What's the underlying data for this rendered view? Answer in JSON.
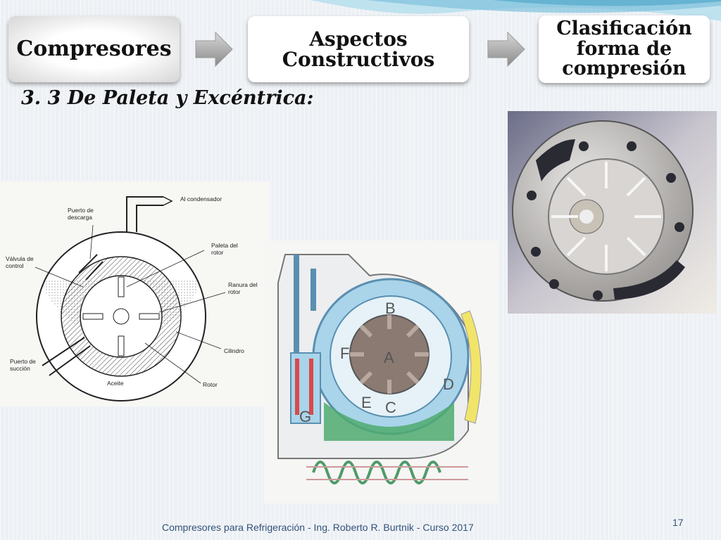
{
  "steps": [
    {
      "label": "Compresores"
    },
    {
      "label": "Aspectos\nConstructivos"
    },
    {
      "label": "Clasificación\nforma de\ncompresión"
    }
  ],
  "subtitle": "3. 3 De Paleta y Excéntrica:",
  "diagram_left": {
    "labels": {
      "condensador": "Al condensador",
      "puerto_descarga_1": "Puerto de",
      "puerto_descarga_2": "descarga",
      "paleta_1": "Paleta del",
      "paleta_2": "rotor",
      "valvula_1": "Válvula de",
      "valvula_2": "control",
      "ranura_1": "Ranura del",
      "ranura_2": "rotor",
      "cilindro": "Cilindro",
      "succion_1": "Puerto de",
      "succion_2": "succión",
      "aceite": "Aceite",
      "rotor": "Rotor"
    }
  },
  "diagram_right": {
    "letters": {
      "a": "A",
      "b": "B",
      "c": "C",
      "d": "D",
      "e": "E",
      "f": "F",
      "g": "G"
    }
  },
  "footer": "Compresores para Refrigeración -  Ing. Roberto R. Burtnik -  Curso 2017",
  "page_number": "17",
  "colors": {
    "accent_blue": "#33527a",
    "water": "#a9d4ea",
    "oil": "#4faa6f"
  }
}
